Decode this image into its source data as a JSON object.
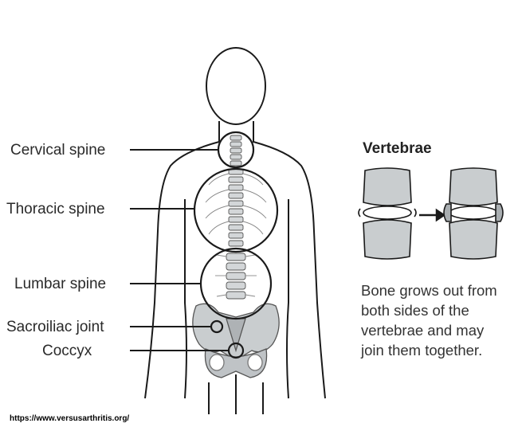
{
  "labels": {
    "cervical": "Cervical spine",
    "thoracic": "Thoracic spine",
    "lumbar": "Lumbar spine",
    "sacroiliac": "Sacroiliac joint",
    "coccyx": "Coccyx"
  },
  "vertebrae": {
    "title": "Vertebrae",
    "description": [
      "Bone grows out from",
      "both sides of the",
      "vertebrae and may",
      "join them together."
    ]
  },
  "source": "https://www.versusarthritis.org/",
  "colors": {
    "outline": "#1a1a1a",
    "bone": "#c9cdcf",
    "bone_dark": "#a9aeb1",
    "text": "#2a2a2a"
  }
}
